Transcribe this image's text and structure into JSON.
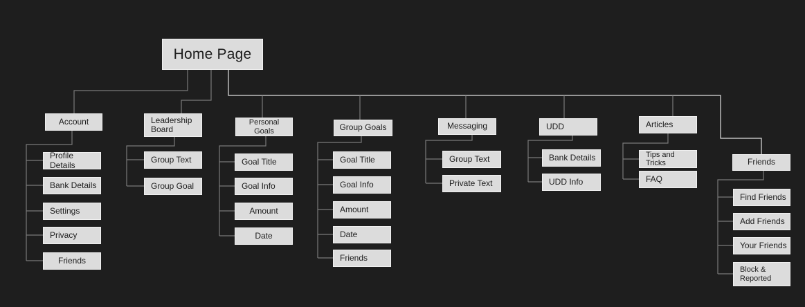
{
  "colors": {
    "background": "#1e1e1e",
    "node_fill": "#dcdcdc",
    "node_border": "#f0f0f0",
    "node_text": "#1c1c1c",
    "line_gray": "#7a7a7a",
    "line_light": "#dfdfdf"
  },
  "tree": {
    "root": "Home Page",
    "branches": [
      {
        "name": "Account",
        "children": [
          "Profile Details",
          "Bank Details",
          "Settings",
          "Privacy",
          "Friends"
        ]
      },
      {
        "name": "Leadership Board",
        "children": [
          "Group Text",
          "Group Goal"
        ]
      },
      {
        "name": "Personal Goals",
        "children": [
          "Goal Title",
          "Goal Info",
          "Amount",
          "Date"
        ]
      },
      {
        "name": "Group Goals",
        "children": [
          "Goal Title",
          "Goal Info",
          "Amount",
          "Date",
          "Friends"
        ]
      },
      {
        "name": "Messaging",
        "children": [
          "Group Text",
          "Private Text"
        ]
      },
      {
        "name": "UDD",
        "children": [
          "Bank Details",
          "UDD Info"
        ]
      },
      {
        "name": "Articles",
        "children": [
          "Tips and Tricks",
          "FAQ"
        ]
      },
      {
        "name": "Friends",
        "children": [
          "Find Friends",
          "Add Friends",
          "Your Friends",
          "Block & Reported"
        ]
      }
    ]
  }
}
